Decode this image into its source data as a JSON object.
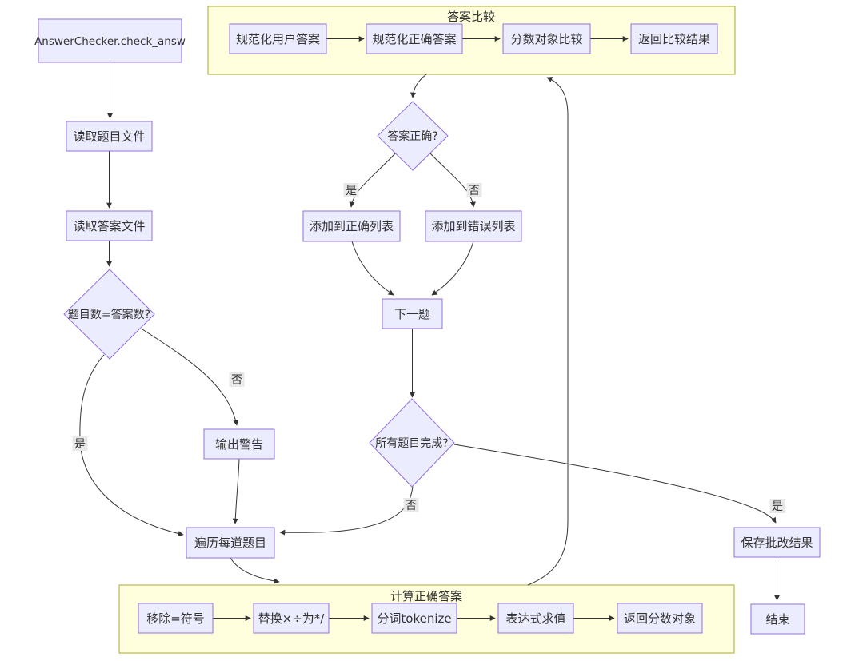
{
  "diagram": {
    "type": "flowchart",
    "subgraphs": {
      "compare": "答案比较",
      "calc": "计算正确答案"
    },
    "nodes": {
      "start": "AnswerChecker.check_answ",
      "read_questions": "读取题目文件",
      "read_answers": "读取答案文件",
      "count_check": "题目数=答案数?",
      "warn": "输出警告",
      "iterate": "遍历每道题目",
      "answer_correct": "答案正确?",
      "add_correct": "添加到正确列表",
      "add_wrong": "添加到错误列表",
      "next_question": "下一题",
      "all_done": "所有题目完成?",
      "save_results": "保存批改结果",
      "end": "结束",
      "norm_user": "规范化用户答案",
      "norm_correct": "规范化正确答案",
      "fraction_compare": "分数对象比较",
      "return_compare": "返回比较结果",
      "remove_eq": "移除=符号",
      "replace_ops": "替换×÷为*/",
      "tokenize": "分词tokenize",
      "evaluate": "表达式求值",
      "return_fraction": "返回分数对象"
    },
    "edge_labels": {
      "count_yes": "是",
      "count_no": "否",
      "correct_yes": "是",
      "correct_no": "否",
      "done_no": "否",
      "done_yes": "是"
    },
    "colors": {
      "node_fill": "#ECECFF",
      "node_border": "#9370DB",
      "subgraph_fill": "#ffffde",
      "subgraph_border": "#aaaa33",
      "edge": "#333333",
      "edge_label_bg": "#e8e8e8",
      "text": "#333333"
    }
  }
}
